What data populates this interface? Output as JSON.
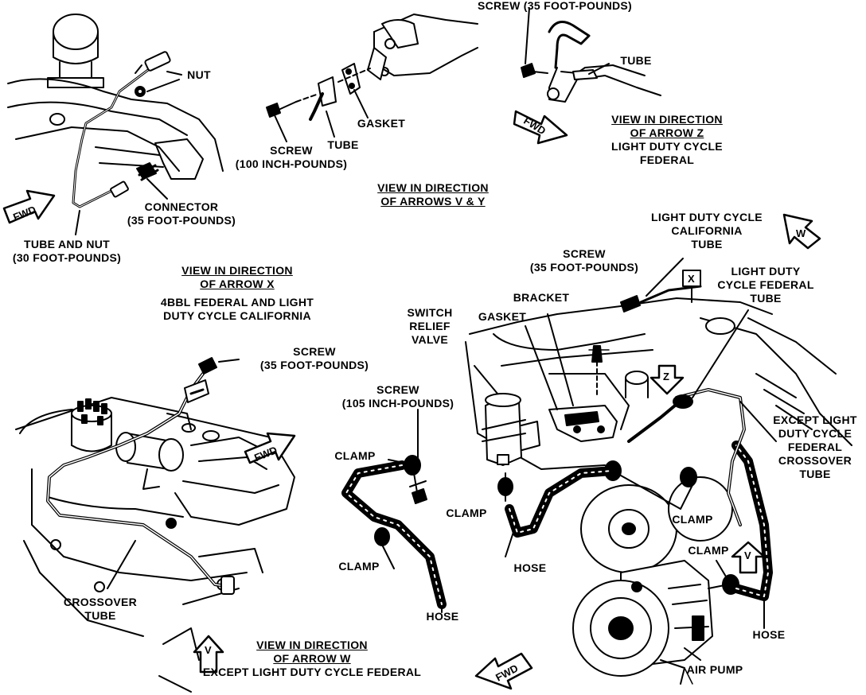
{
  "colors": {
    "ink": "#000000",
    "paper": "#ffffff"
  },
  "icons": [
    "fwd-arrow-icon",
    "view-arrow-icon"
  ],
  "labels": {
    "nut": "NUT",
    "connector_1": "CONNECTOR",
    "connector_2": "(35 FOOT-POUNDS)",
    "tube_nut_1": "TUBE AND NUT",
    "tube_nut_2": "(30 FOOT-POUNDS)",
    "screw_100_1": "SCREW",
    "screw_100_2": "(100 INCH-POUNDS)",
    "tube_vy": "TUBE",
    "gasket_vy": "GASKET",
    "view_vy_1": "VIEW IN DIRECTION",
    "view_vy_2": "OF ARROWS V & Y",
    "screw_top": "SCREW (35 FOOT-POUNDS)",
    "tube_z": "TUBE",
    "view_z_1": "VIEW IN DIRECTION",
    "view_z_2": "OF ARROW Z",
    "view_z_3": "LIGHT DUTY CYCLE",
    "view_z_4": "FEDERAL",
    "view_x_1": "VIEW IN DIRECTION",
    "view_x_2": "OF ARROW X",
    "view_x_3": "4BBL FEDERAL AND LIGHT",
    "view_x_4": "DUTY CYCLE CALIFORNIA",
    "screw_x_1": "SCREW",
    "screw_x_2": "(35 FOOT-POUNDS)",
    "crossover_1": "CROSSOVER",
    "crossover_2": "TUBE",
    "view_w_1": "VIEW IN DIRECTION",
    "view_w_2": "OF ARROW W",
    "view_w_3": "EXCEPT LIGHT DUTY CYCLE FEDERAL",
    "ldc_cal_1": "LIGHT DUTY CYCLE",
    "ldc_cal_2": "CALIFORNIA",
    "ldc_cal_3": "TUBE",
    "screw_w_1": "SCREW",
    "screw_w_2": "(35 FOOT-POUNDS)",
    "ldc_fed_1": "LIGHT DUTY",
    "ldc_fed_2": "CYCLE FEDERAL",
    "ldc_fed_3": "TUBE",
    "bracket": "BRACKET",
    "switch_1": "SWITCH",
    "switch_2": "RELIEF",
    "switch_3": "VALVE",
    "gasket_w": "GASKET",
    "screw_105_1": "SCREW",
    "screw_105_2": "(105 INCH-POUNDS)",
    "clamp_1": "CLAMP",
    "clamp_2": "CLAMP",
    "clamp_3": "CLAMP",
    "clamp_4": "CLAMP",
    "clamp_5": "CLAMP",
    "hose_1": "HOSE",
    "hose_2": "HOSE",
    "hose_3": "HOSE",
    "except_1": "EXCEPT LIGHT",
    "except_2": "DUTY CYCLE",
    "except_3": "FEDERAL",
    "except_4": "CROSSOVER",
    "except_5": "TUBE",
    "air_pump": "AIR PUMP",
    "fwd": "FWD",
    "arrow_x": "X",
    "arrow_z": "Z",
    "arrow_w": "W",
    "arrow_v": "V"
  }
}
